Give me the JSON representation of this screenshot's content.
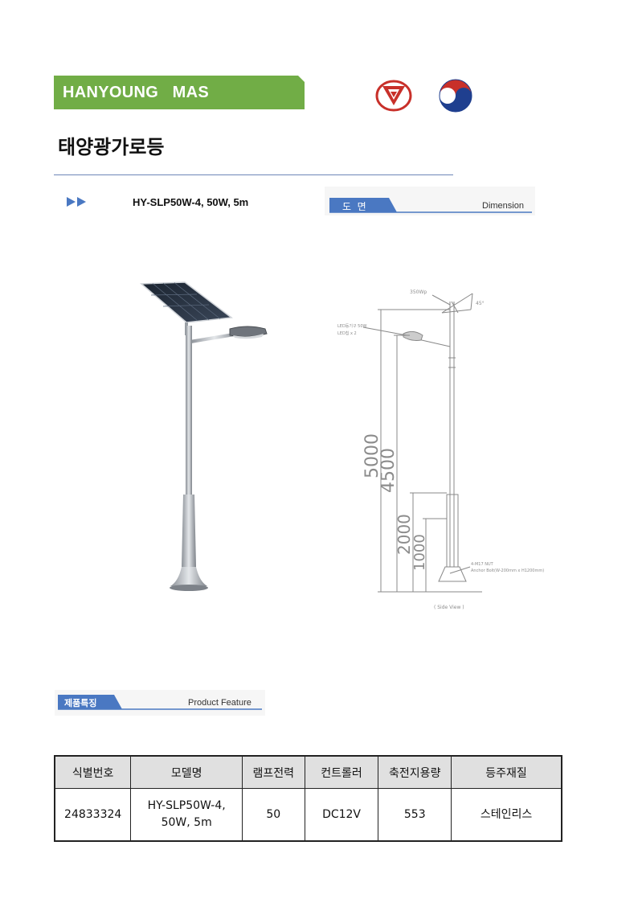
{
  "header": {
    "brand": "HANYOUNG   MAS",
    "title": "태양광가로등"
  },
  "product": {
    "model_line": "HY-SLP50W-4, 50W, 5m"
  },
  "dimension_header": {
    "kr": "도  면",
    "en": "Dimension"
  },
  "feature_header": {
    "kr": "제품특징",
    "en": "Product Feature"
  },
  "drawing": {
    "labels": [
      "5000",
      "4500",
      "2000",
      "1000"
    ],
    "side_view": "( Side View )",
    "panel_note": "350Wp",
    "angle_note": "45°",
    "lamp_note_1": "LED등기구 50W",
    "lamp_note_2": "LED칩 x 2",
    "anchor_note_1": "4-M17 NUT",
    "anchor_note_2": "Anchor Bolt(W-200mm x H1200mm)"
  },
  "table": {
    "headers": [
      "식별번호",
      "모델명",
      "램프전력",
      "컨트롤러",
      "축전지용량",
      "등주재질"
    ],
    "row": {
      "id": "24833324",
      "model_1": "HY-SLP50W-4,",
      "model_2": "50W, 5m",
      "power": "50",
      "controller": "DC12V",
      "battery": "553",
      "material": "스테인리스"
    }
  },
  "colors": {
    "brand_green": "#71ad46",
    "header_blue": "#4a78c2",
    "rule_blue": "#6d86b8",
    "logo_red": "#c8302a",
    "flag_blue": "#1f3f8f"
  }
}
